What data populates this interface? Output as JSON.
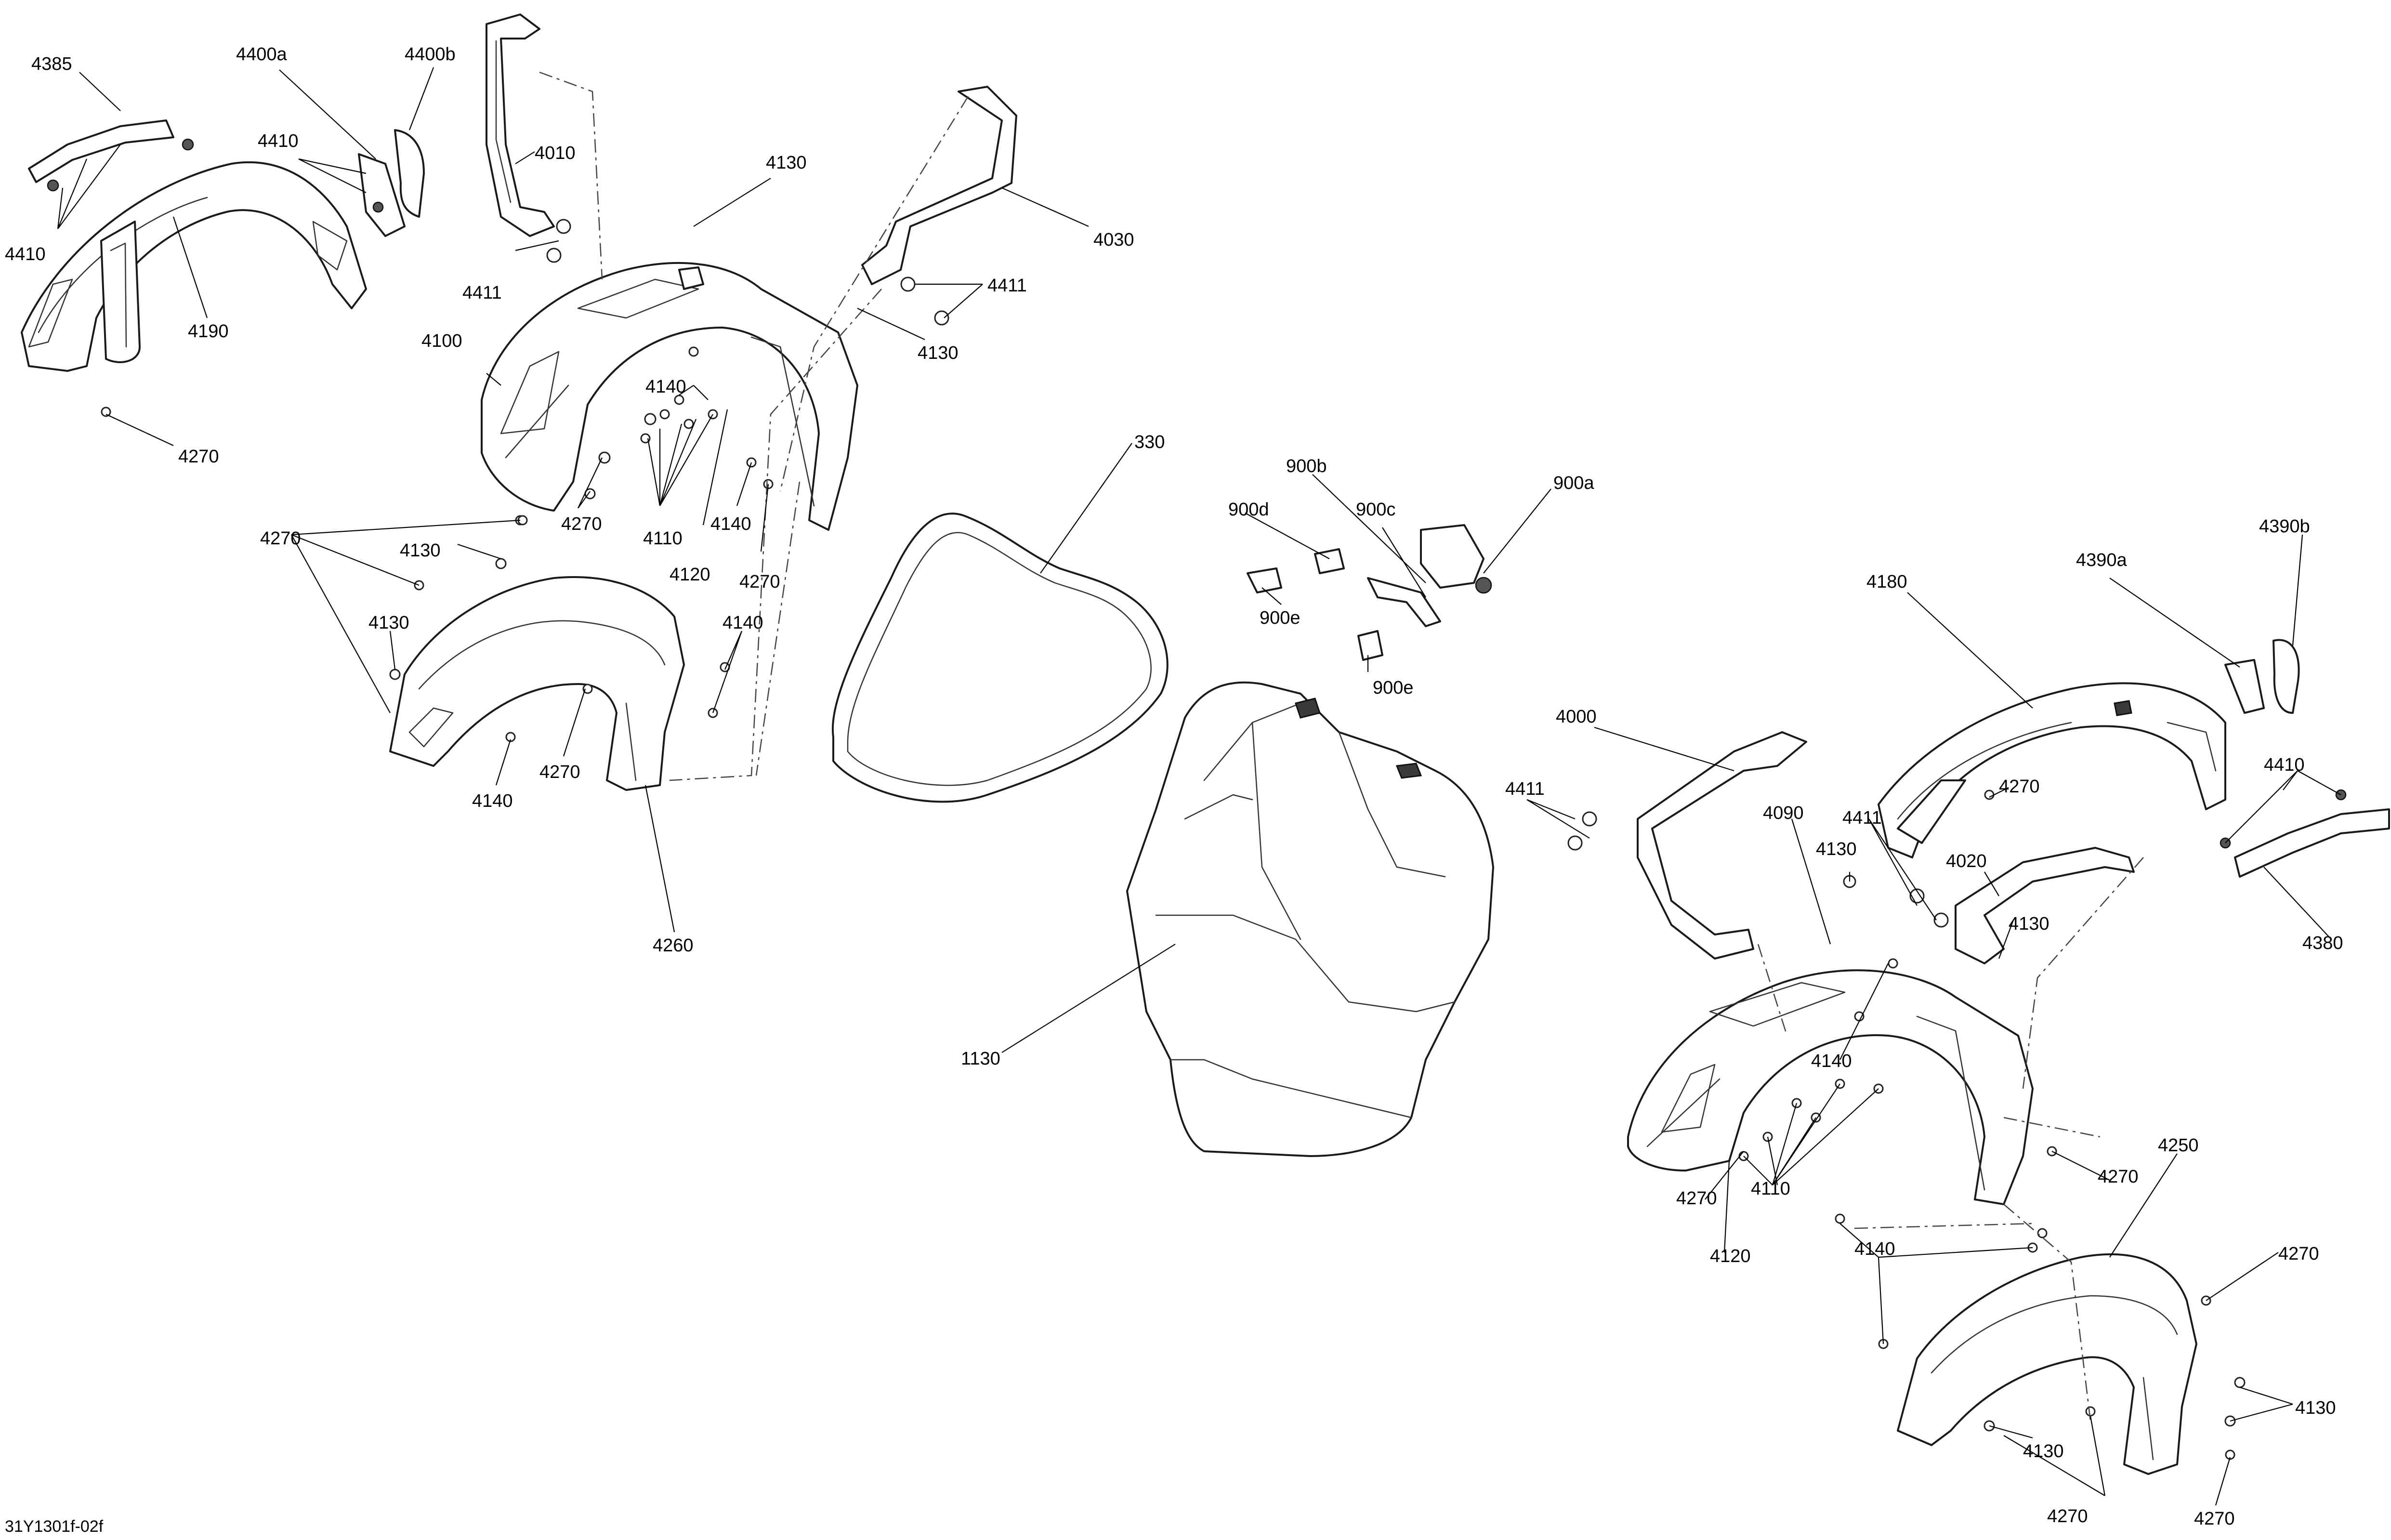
{
  "colors": {
    "line": "#1a1a1a",
    "background": "#ffffff"
  },
  "document_id": "31Y1301f-02f",
  "callouts": [
    {
      "id": "c4385",
      "label": "4385"
    },
    {
      "id": "c4400a",
      "label": "4400a"
    },
    {
      "id": "c4400b",
      "label": "4400b"
    },
    {
      "id": "c4410a",
      "label": "4410"
    },
    {
      "id": "c4410b",
      "label": "4410"
    },
    {
      "id": "c4190",
      "label": "4190"
    },
    {
      "id": "c4270a",
      "label": "4270"
    },
    {
      "id": "c4010",
      "label": "4010"
    },
    {
      "id": "c4411a",
      "label": "4411"
    },
    {
      "id": "c4100",
      "label": "4100"
    },
    {
      "id": "c4130a",
      "label": "4130"
    },
    {
      "id": "c4030",
      "label": "4030"
    },
    {
      "id": "c4411b",
      "label": "4411"
    },
    {
      "id": "c4130b",
      "label": "4130"
    },
    {
      "id": "c4140a",
      "label": "4140"
    },
    {
      "id": "c4270b",
      "label": "4270"
    },
    {
      "id": "c4110a",
      "label": "4110"
    },
    {
      "id": "c4120a",
      "label": "4120"
    },
    {
      "id": "c4140b",
      "label": "4140"
    },
    {
      "id": "c4270c",
      "label": "4270"
    },
    {
      "id": "c4270d",
      "label": "4270"
    },
    {
      "id": "c4130c",
      "label": "4130"
    },
    {
      "id": "c4130d",
      "label": "4130"
    },
    {
      "id": "c4140c",
      "label": "4140"
    },
    {
      "id": "c4140d",
      "label": "4140"
    },
    {
      "id": "c4270e",
      "label": "4270"
    },
    {
      "id": "c4260",
      "label": "4260"
    },
    {
      "id": "c330",
      "label": "330"
    },
    {
      "id": "c900b",
      "label": "900b"
    },
    {
      "id": "c900a",
      "label": "900a"
    },
    {
      "id": "c900d",
      "label": "900d"
    },
    {
      "id": "c900c",
      "label": "900c"
    },
    {
      "id": "c900e1",
      "label": "900e"
    },
    {
      "id": "c900e2",
      "label": "900e"
    },
    {
      "id": "c1130",
      "label": "1130"
    },
    {
      "id": "c4390b",
      "label": "4390b"
    },
    {
      "id": "c4390a",
      "label": "4390a"
    },
    {
      "id": "c4180",
      "label": "4180"
    },
    {
      "id": "c4000",
      "label": "4000"
    },
    {
      "id": "c4411c",
      "label": "4411"
    },
    {
      "id": "c4090",
      "label": "4090"
    },
    {
      "id": "c4411d",
      "label": "4411"
    },
    {
      "id": "c4130e",
      "label": "4130"
    },
    {
      "id": "c4270f",
      "label": "4270"
    },
    {
      "id": "c4410c",
      "label": "4410"
    },
    {
      "id": "c4020",
      "label": "4020"
    },
    {
      "id": "c4130f",
      "label": "4130"
    },
    {
      "id": "c4380",
      "label": "4380"
    },
    {
      "id": "c4140e",
      "label": "4140"
    },
    {
      "id": "c4270g",
      "label": "4270"
    },
    {
      "id": "c4110b",
      "label": "4110"
    },
    {
      "id": "c4270h",
      "label": "4270"
    },
    {
      "id": "c4120b",
      "label": "4120"
    },
    {
      "id": "c4250",
      "label": "4250"
    },
    {
      "id": "c4140f",
      "label": "4140"
    },
    {
      "id": "c4270i",
      "label": "4270"
    },
    {
      "id": "c4130g",
      "label": "4130"
    },
    {
      "id": "c4130h",
      "label": "4130"
    },
    {
      "id": "c4270j",
      "label": "4270"
    },
    {
      "id": "c4270k",
      "label": "4270"
    }
  ]
}
